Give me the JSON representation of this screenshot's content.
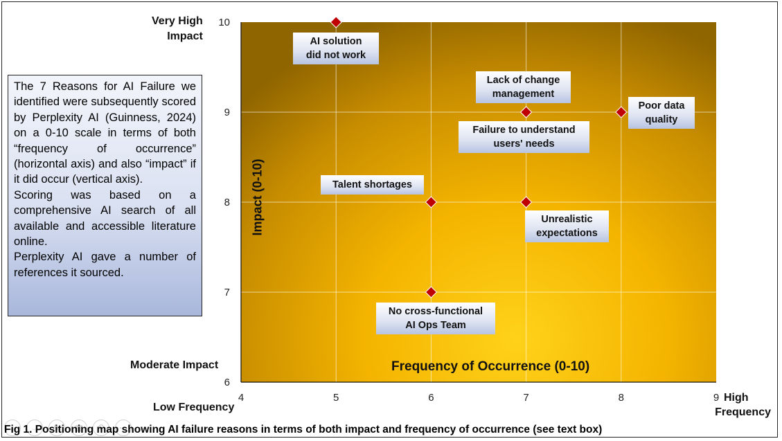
{
  "chart_data": {
    "type": "scatter",
    "xlabel": "Frequency of Occurrence (0-10)",
    "ylabel": "Impact (0-10)",
    "xlim": [
      4,
      9
    ],
    "ylim": [
      6,
      10
    ],
    "x_ticks": [
      "4",
      "5",
      "6",
      "7",
      "8",
      "9"
    ],
    "y_ticks": [
      "6",
      "7",
      "8",
      "9",
      "10"
    ],
    "grid": true,
    "marker_color": "#c00000",
    "points": [
      {
        "label": "AI solution did not work",
        "label_lines": [
          "AI solution",
          "did not work"
        ],
        "x": 5,
        "y": 10
      },
      {
        "label": "Lack of change management",
        "label_lines": [
          "Lack of change",
          "management"
        ],
        "x": 7,
        "y": 9
      },
      {
        "label": "Failure to understand users' needs",
        "label_lines": [
          "Failure to understand",
          "users' needs"
        ],
        "x": 7,
        "y": 9
      },
      {
        "label": "Poor data quality",
        "label_lines": [
          "Poor data",
          "quality"
        ],
        "x": 8,
        "y": 9
      },
      {
        "label": "Talent shortages",
        "label_lines": [
          "Talent shortages"
        ],
        "x": 6,
        "y": 8
      },
      {
        "label": "Unrealistic expectations",
        "label_lines": [
          "Unrealistic",
          "expectations"
        ],
        "x": 7,
        "y": 8
      },
      {
        "label": "No cross-functional AI Ops Team",
        "label_lines": [
          "No cross-functional",
          "AI Ops Team"
        ],
        "x": 6,
        "y": 7
      }
    ],
    "corner_labels": {
      "very_high_impact": [
        "Very High",
        "Impact"
      ],
      "moderate_impact": "Moderate Impact",
      "low_frequency": "Low Frequency",
      "high_frequency": [
        "High",
        "Frequency"
      ]
    }
  },
  "info_box": {
    "paragraphs": [
      "The 7 Reasons for AI Failure we identified were subsequently scored by Perplexity AI (Guinness, 2024) on a 0-10 scale in terms of both “frequency of occurrence” (horizontal axis) and also “impact” if it did occur (vertical axis).",
      "Scoring was based on a comprehensive AI search of all available and accessible literature online.",
      "Perplexity AI gave a number of references it sourced."
    ]
  },
  "caption": "Fig 1. Positioning map showing AI failure reasons in terms of both impact and frequency of occurrence (see text box)",
  "toolbar_icons": [
    "back-icon",
    "forward-icon",
    "pen-icon",
    "slides-icon",
    "zoom-icon",
    "more-icon"
  ]
}
